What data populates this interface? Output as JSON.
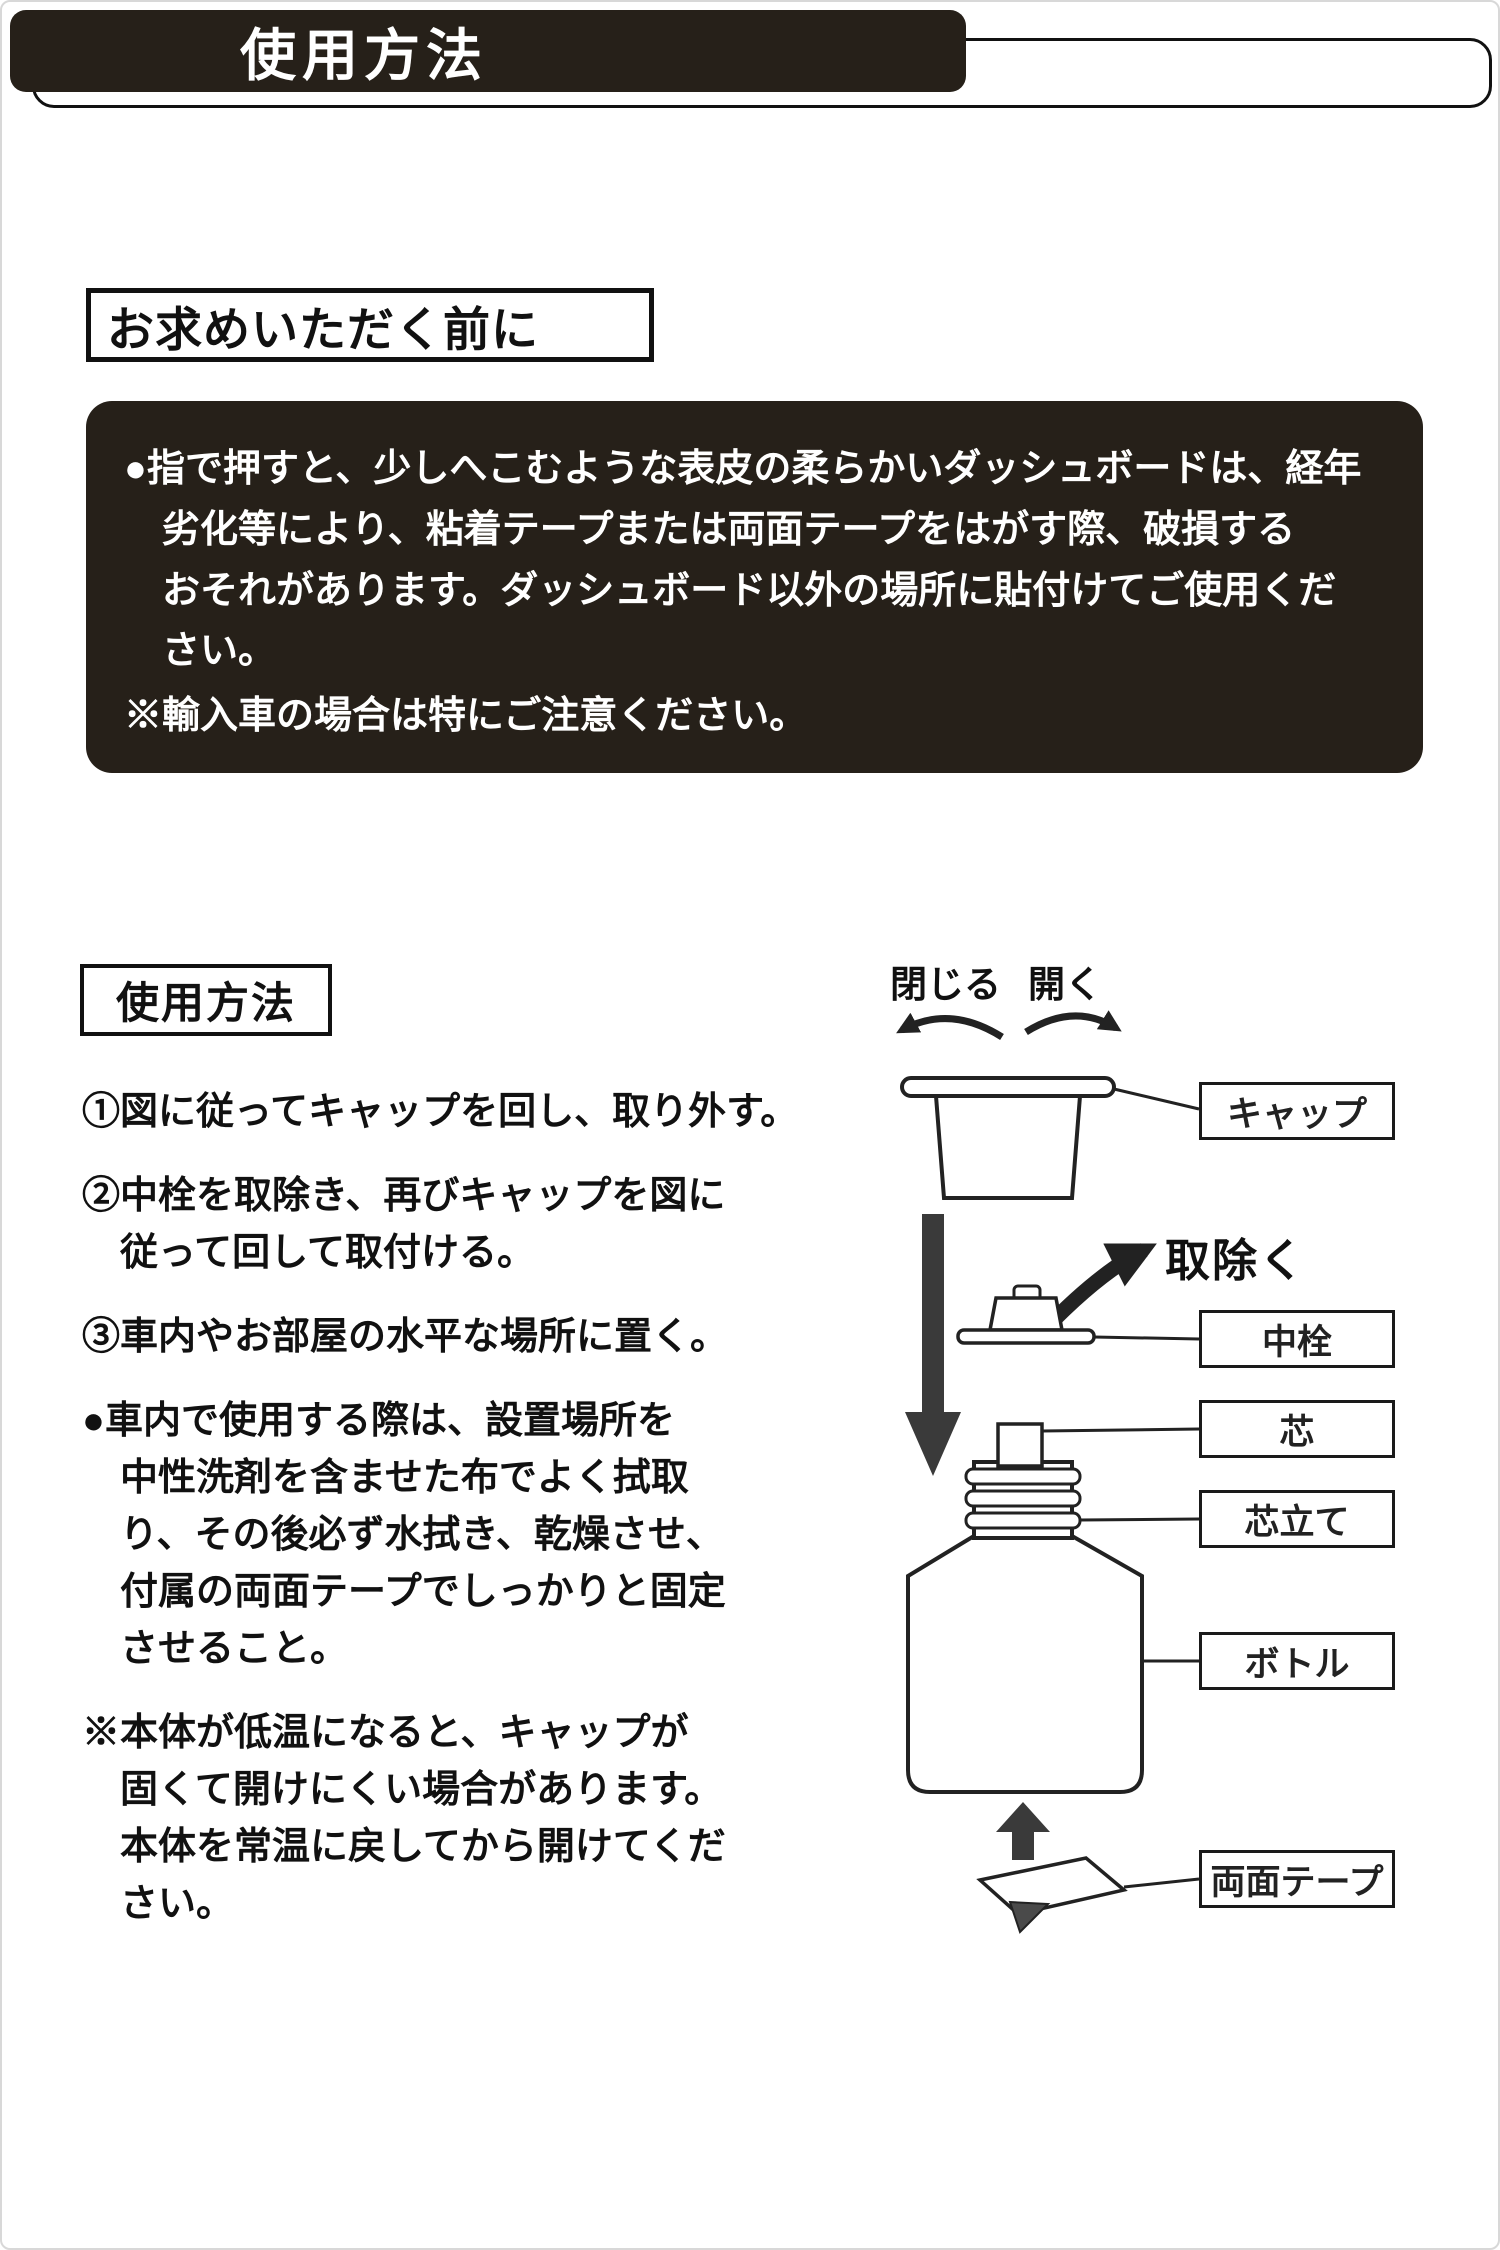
{
  "header": {
    "title": "使用方法"
  },
  "before_purchase": {
    "title": "お求めいただく前に",
    "bullet": "●指で押すと、少しへこむような表皮の柔らかいダッシュボードは、経年\n劣化等により、粘着テープまたは両面テープをはがす際、破損する\nおそれがあります。ダッシュボード以外の場所に貼付けてご使用くだ\nさい。",
    "note": "※輸入車の場合は特にご注意ください。"
  },
  "usage": {
    "title": "使用方法",
    "steps": [
      "①図に従ってキャップを回し、取り外す。",
      "②中栓を取除き、再びキャップを図に\n従って回して取付ける。",
      "③車内やお部屋の水平な場所に置く。"
    ],
    "bullet": "●車内で使用する際は、設置場所を\n中性洗剤を含ませた布でよく拭取\nり、その後必ず水拭き、乾燥させ、\n付属の両面テープでしっかりと固定\nさせること。",
    "note": "※本体が低温になると、キャップが\n固くて開けにくい場合があります。\n本体を常温に戻してから開けてくだ\nさい。"
  },
  "diagram": {
    "close_label": "閉じる",
    "open_label": "開く",
    "remove_label": "取除く",
    "cap_label": "キャップ",
    "stopper_label": "中栓",
    "wick_label": "芯",
    "wick_stand_label": "芯立て",
    "bottle_label": "ボトル",
    "tape_label": "両面テープ"
  },
  "colors": {
    "dark_brown": "#262019",
    "solid_arrow_gray": "#3a3a3a",
    "line_black": "#222222"
  }
}
